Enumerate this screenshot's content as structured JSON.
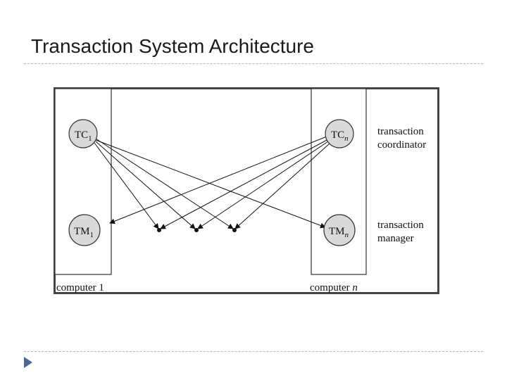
{
  "slide": {
    "title": "Transaction System Architecture"
  },
  "diagram": {
    "tc1": {
      "base": "TC",
      "sub": "1"
    },
    "tcn": {
      "base": "TC",
      "sub": "n"
    },
    "tm1": {
      "base": "TM",
      "sub": "1"
    },
    "tmn": {
      "base": "TM",
      "sub": "n"
    },
    "coordinator_label": [
      "transaction",
      "coordinator"
    ],
    "manager_label": [
      "transaction",
      "manager"
    ],
    "computer1_label": "computer 1",
    "computern_label": {
      "prefix": "computer ",
      "var": "n"
    }
  }
}
